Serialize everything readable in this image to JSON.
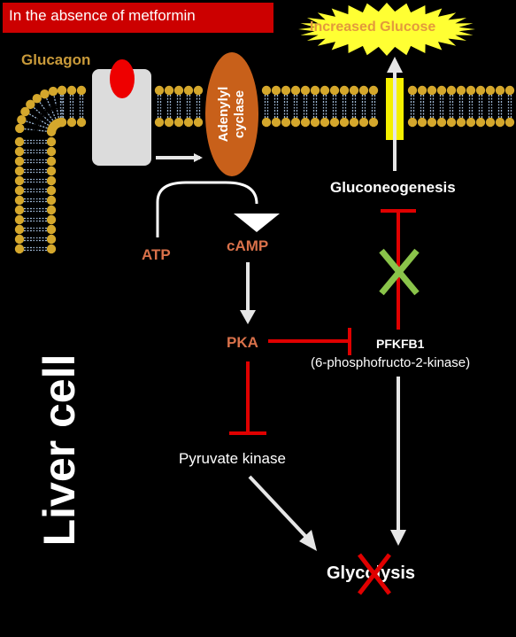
{
  "title": "In the absence of metformin",
  "labels": {
    "glucagon": "Glucagon",
    "adenylyl_cyclase": [
      "Adenylyl",
      "cyclase"
    ],
    "increased_glucose": "Increased Glucose",
    "gluconeogenesis": "Gluconeogenesis",
    "atp": "ATP",
    "camp": "cAMP",
    "pka": "PKA",
    "pfkfb1": "PFKFB1",
    "pfkfb1_full": "(6-phosphofructo-2-kinase)",
    "pyruvate_kinase": "Pyruvate kinase",
    "glycolysis": "Glycolysis",
    "liver_cell": "Liver cell"
  },
  "colors": {
    "title_bg": "#cc0000",
    "orange_text": "#d9714a",
    "cyclase_fill": "#c8601a",
    "membrane_bead": "#d4a72c",
    "inhibition": "#e00000",
    "blocked_x_green": "#8ac44a",
    "blocked_x_red": "#e00000",
    "star_fill": "#ffff33",
    "transporter": "#f5f000"
  }
}
